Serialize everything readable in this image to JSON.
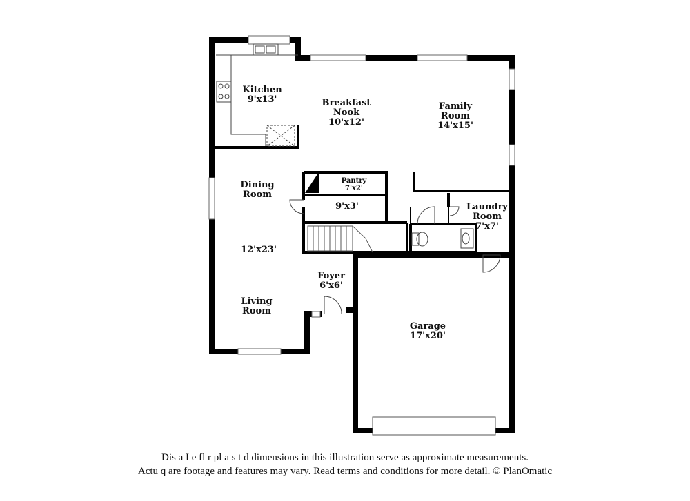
{
  "rooms": {
    "kitchen": {
      "name": "Kitchen",
      "size": "9'x13'"
    },
    "breakfast_nook": {
      "name_line1": "Breakfast",
      "name_line2": "Nook",
      "size": "10'x12'"
    },
    "family_room": {
      "name_line1": "Family",
      "name_line2": "Room",
      "size": "14'x15'"
    },
    "pantry": {
      "name": "Pantry",
      "size": "7'x2'"
    },
    "closet": {
      "size": "9'x3'"
    },
    "dining_room": {
      "name_line1": "Dining",
      "name_line2": "Room"
    },
    "dining_living": {
      "size": "12'x23'"
    },
    "living_room": {
      "name_line1": "Living",
      "name_line2": "Room"
    },
    "foyer": {
      "name": "Foyer",
      "size": "6'x6'"
    },
    "laundry_room": {
      "name_line1": "Laundry",
      "name_line2": "Room",
      "size": "7'x7'"
    },
    "garage": {
      "name": "Garage",
      "size": "17'x20'"
    }
  },
  "disclaimer": {
    "line1": "Dis   a   I e fl   r pl  a   s  t   d dimensions in this illustration serve as approximate measurements.",
    "line2": "Actu   q  are footage and features may vary. Read terms and conditions for more detail. © PlanOmatic"
  }
}
